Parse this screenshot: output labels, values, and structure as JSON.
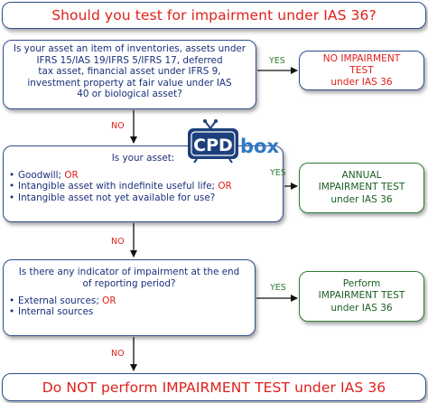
{
  "title": "Should you test for impairment under IAS 36?",
  "q1": {
    "lines": [
      "Is your asset an item of inventories, assets under",
      "IFRS 15/IAS 19/IFRS 5/IFRS 17, deferred",
      "tax asset, financial asset under IFRS 9,",
      "investment property at fair value under IAS",
      "40 or biological asset?"
    ]
  },
  "r1": {
    "lines": [
      "NO IMPAIRMENT",
      "TEST",
      "under IAS 36"
    ]
  },
  "q2": {
    "title": "Is your asset:",
    "items": [
      {
        "text": "Goodwill;",
        "or": "OR"
      },
      {
        "text": "Intangible asset with indefinite useful life;",
        "or": "OR"
      },
      {
        "text": "Intangible asset not yet available for use?",
        "or": ""
      }
    ]
  },
  "r2": {
    "lines": [
      "ANNUAL",
      "IMPAIRMENT TEST",
      "under IAS 36"
    ]
  },
  "q3": {
    "title_lines": [
      "Is there any indicator of impairment at the end",
      "of reporting period?"
    ],
    "items": [
      {
        "text": "External sources;",
        "or": "OR"
      },
      {
        "text": "Internal sources",
        "or": ""
      }
    ]
  },
  "r3": {
    "lines": [
      "Perform",
      "IMPAIRMENT TEST",
      "under IAS 36"
    ]
  },
  "bottom": "Do NOT perform IMPAIRMENT TEST under IAS 36",
  "labels": {
    "yes": "YES",
    "no": "NO"
  },
  "logo": {
    "left": "CPD",
    "right": "box"
  },
  "colors": {
    "red": "#e0201b",
    "navy": "#1a2f7a",
    "green": "#2e7d32",
    "logo_navy": "#1d3f7c",
    "logo_blue": "#2f78c4"
  }
}
